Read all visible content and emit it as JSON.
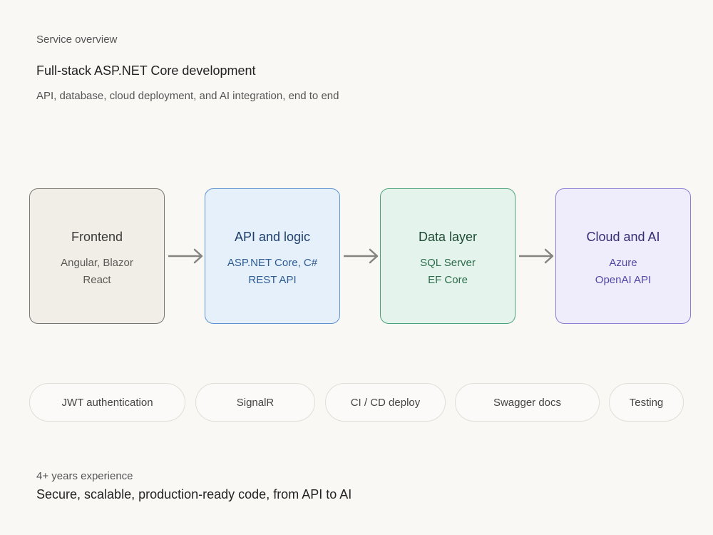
{
  "header": {
    "eyebrow": "Service overview",
    "title": "Full-stack ASP.NET Core development",
    "subtitle": "API, database, cloud deployment, and AI integration, end to end"
  },
  "flow": {
    "boxes": [
      {
        "title": "Frontend",
        "lines": [
          "Angular, Blazor",
          "React"
        ]
      },
      {
        "title": "API and logic",
        "lines": [
          "ASP.NET Core, C#",
          "REST API"
        ]
      },
      {
        "title": "Data layer",
        "lines": [
          "SQL Server",
          "EF Core"
        ]
      },
      {
        "title": "Cloud and AI",
        "lines": [
          "Azure",
          "OpenAI API"
        ]
      }
    ]
  },
  "features": [
    "JWT authentication",
    "SignalR",
    "CI / CD deploy",
    "Swagger docs",
    "Testing"
  ],
  "footer": {
    "experience": "4+ years experience",
    "tagline": "Secure, scalable, production-ready code, from API to AI"
  }
}
